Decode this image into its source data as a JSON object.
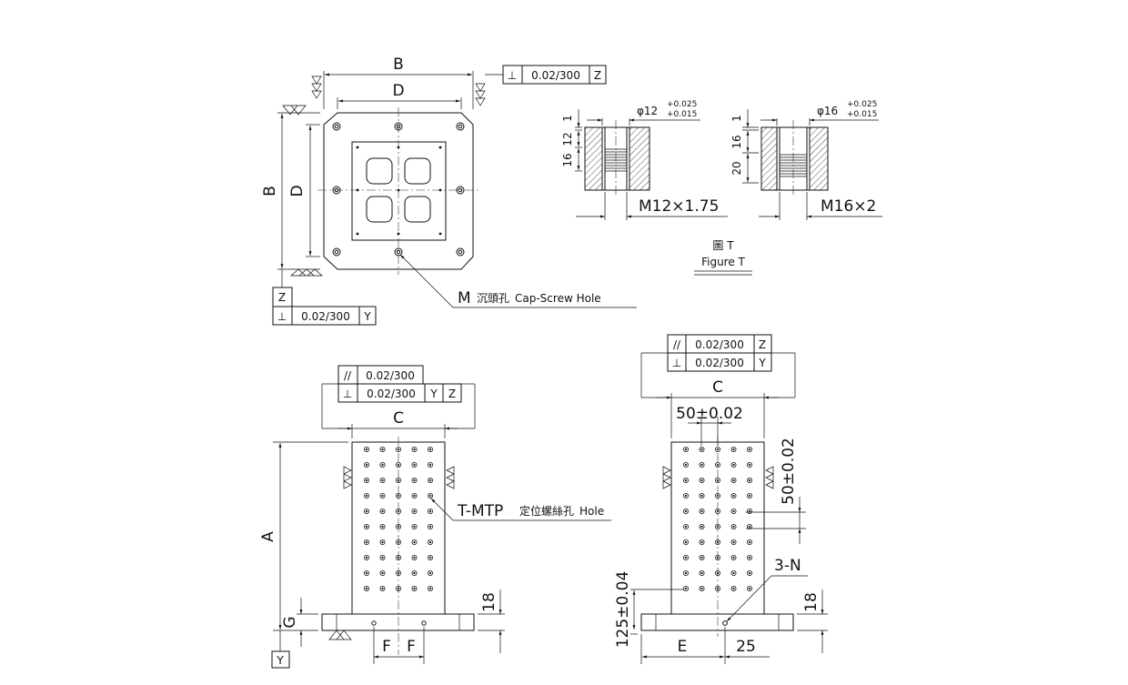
{
  "top_view": {
    "dim_B_horizontal": "B",
    "dim_D_horizontal": "D",
    "dim_B_vertical": "B",
    "dim_D_vertical": "D",
    "tol_top": {
      "symbol": "⊥",
      "value": "0.02/300",
      "datum": "Z"
    },
    "datum_Z": "Z",
    "tol_left": {
      "symbol": "⊥",
      "value": "0.02/300",
      "datum": "Y"
    },
    "callout_M": "M",
    "callout_M_cn": "沉頭孔",
    "callout_M_en": "Cap-Screw Hole"
  },
  "figure_t": {
    "left": {
      "dia": "φ12",
      "tol_upper": "+0.025",
      "tol_lower": "+0.015",
      "dim_1": "1",
      "dim_12": "12",
      "dim_16": "16",
      "thread": "M12×1.75"
    },
    "right": {
      "dia": "φ16",
      "tol_upper": "+0.025",
      "tol_lower": "+0.015",
      "dim_1": "1",
      "dim_16": "16",
      "dim_20": "20",
      "thread": "M16×2"
    },
    "caption_cn": "圖 T",
    "caption_en": "Figure T"
  },
  "front_view": {
    "tol_parallel": {
      "symbol": "//",
      "value": "0.02/300"
    },
    "tol_perp": {
      "symbol": "⊥",
      "value": "0.02/300",
      "datum1": "Y",
      "datum2": "Z"
    },
    "dim_C": "C",
    "dim_A": "A",
    "dim_G": "G",
    "dim_18": "18",
    "dim_F1": "F",
    "dim_F2": "F",
    "datum_Y": "Y",
    "callout_tmtp": "T-MTP",
    "callout_tmtp_cn": "定位螺絲孔",
    "callout_tmtp_en": "Hole"
  },
  "side_view": {
    "tol_parallel": {
      "symbol": "//",
      "value": "0.02/300",
      "datum": "Z"
    },
    "tol_perp": {
      "symbol": "⊥",
      "value": "0.02/300",
      "datum": "Y"
    },
    "dim_C": "C",
    "dim_pitch_h": "50±0.02",
    "dim_pitch_v": "50±0.02",
    "callout_3N": "3-N",
    "dim_125": "125±0.04",
    "dim_18": "18",
    "dim_E": "E",
    "dim_25": "25"
  }
}
